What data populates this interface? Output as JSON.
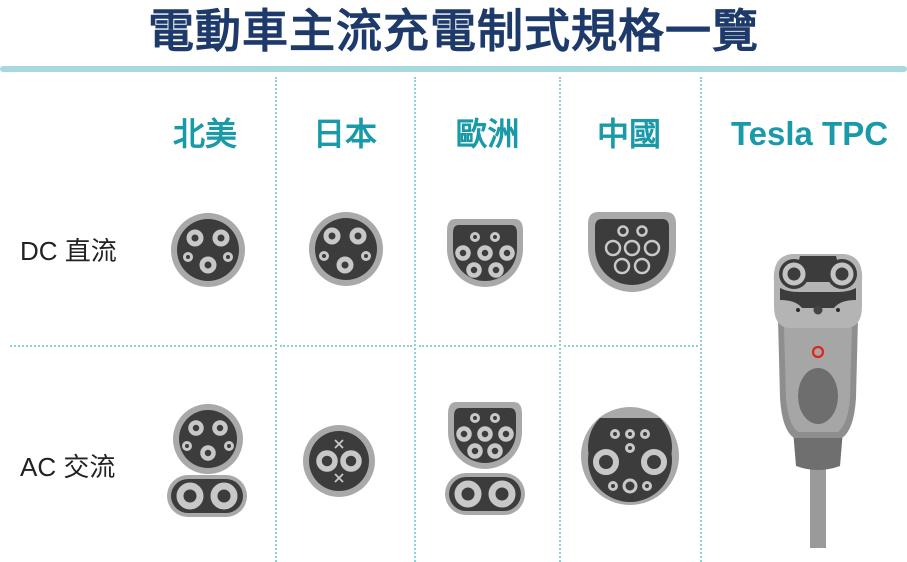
{
  "title": "電動車主流充電制式規格一覽",
  "columns": [
    {
      "label": "北美"
    },
    {
      "label": "日本"
    },
    {
      "label": "歐洲"
    },
    {
      "label": "中國"
    },
    {
      "label": "Tesla TPC"
    }
  ],
  "rows": [
    {
      "label": "DC 直流"
    },
    {
      "label": "AC 交流"
    }
  ],
  "colors": {
    "title": "#1e3a6b",
    "accent": "#1a9aa8",
    "divider": "#8fd0d6",
    "title_bar": "#a8d9de",
    "connector_dark": "#3a3a3a",
    "connector_rim": "#a8a8a8",
    "tesla_led": "#e0231e"
  },
  "connectors": [
    {
      "column": "北美",
      "row": "DC 直流",
      "icon": "ccs1-dc-connector"
    },
    {
      "column": "日本",
      "row": "DC 直流",
      "icon": "chademo-connector"
    },
    {
      "column": "歐洲",
      "row": "DC 直流",
      "icon": "type2-dc-connector"
    },
    {
      "column": "中國",
      "row": "DC 直流",
      "icon": "gbt-dc-connector"
    },
    {
      "column": "北美",
      "row": "AC 交流",
      "icon": "ccs1-ac-connector"
    },
    {
      "column": "日本",
      "row": "AC 交流",
      "icon": "j1772-ac-connector"
    },
    {
      "column": "歐洲",
      "row": "AC 交流",
      "icon": "ccs2-ac-connector"
    },
    {
      "column": "中國",
      "row": "AC 交流",
      "icon": "gbt-ac-connector"
    },
    {
      "column": "Tesla TPC",
      "row": "DC/AC",
      "icon": "tesla-tpc-plug"
    }
  ]
}
